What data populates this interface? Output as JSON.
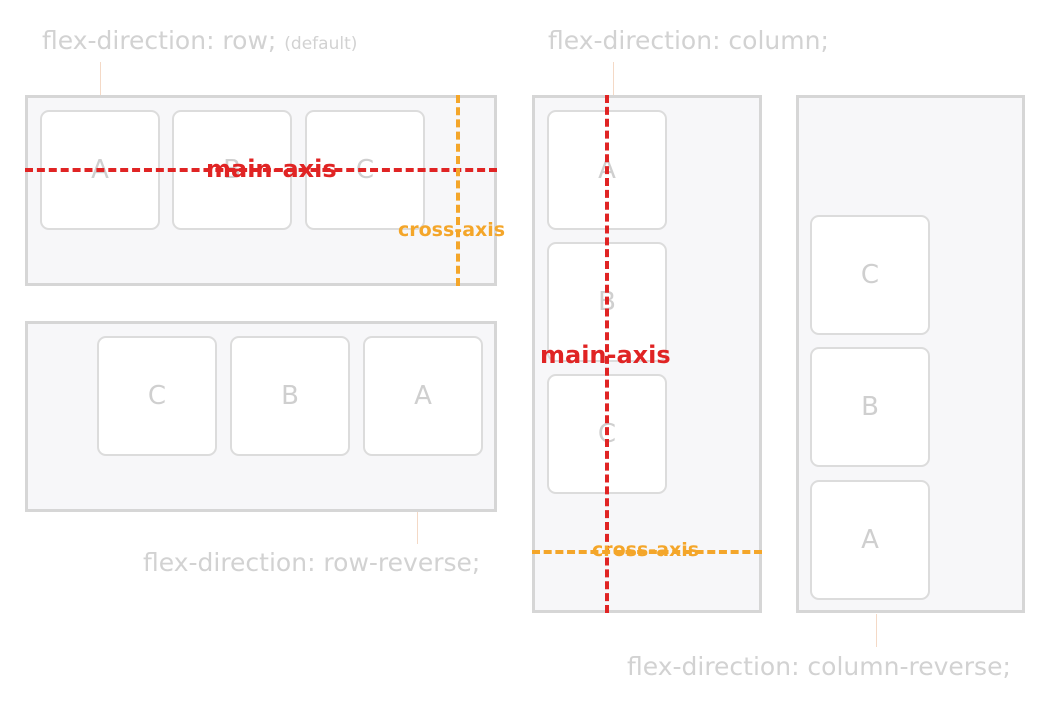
{
  "labels": {
    "row": "flex-direction: row;",
    "row_note": "(default)",
    "row_reverse": "flex-direction: row-reverse;",
    "column": "flex-direction: column;",
    "column_reverse": "flex-direction: column-reverse;"
  },
  "axes": {
    "main": "main-axis",
    "cross": "cross-axis"
  },
  "items": {
    "row": [
      "A",
      "B",
      "C"
    ],
    "row_reverse": [
      "C",
      "B",
      "A"
    ],
    "column": [
      "A",
      "B",
      "C"
    ],
    "column_reverse": [
      "C",
      "B",
      "A"
    ]
  },
  "colors": {
    "main_axis": "#e02424",
    "cross_axis": "#f4a62a",
    "container_border": "#d6d6d6",
    "label_text": "#d2d2d2"
  }
}
